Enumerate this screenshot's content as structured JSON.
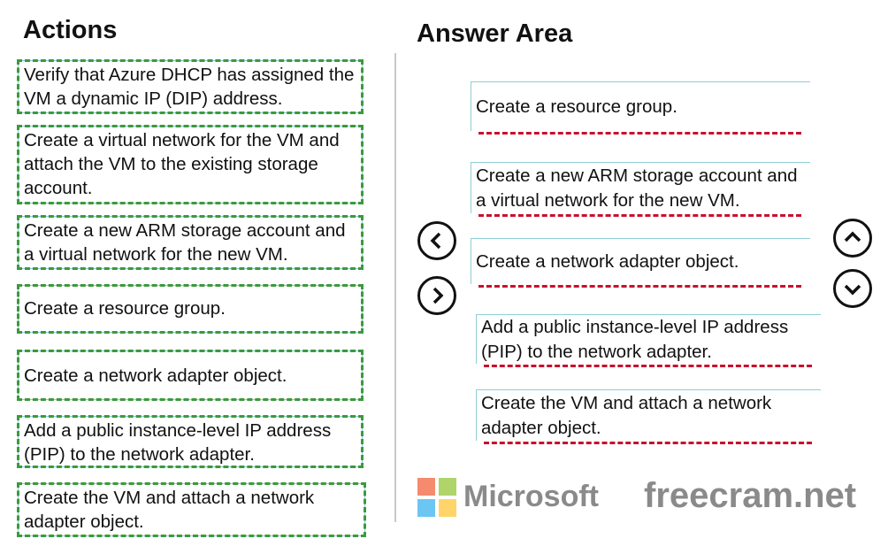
{
  "actions": {
    "title": "Actions",
    "items": [
      "Verify that Azure DHCP has assigned the VM a dynamic IP (DIP) address.",
      "Create a virtual network for the VM and attach the VM to the existing storage account.",
      "Create a new ARM storage account and a virtual network for the new VM.",
      "Create a resource group.",
      "Create a network adapter object.",
      "Add a public instance-level IP address (PIP) to the network adapter.",
      "Create the VM and attach a network adapter object."
    ]
  },
  "answer": {
    "title": "Answer Area",
    "items": [
      "Create a resource group.",
      "Create a new ARM storage account and a virtual network for the new VM.",
      "Create a network adapter object.",
      "Add a public instance-level IP address (PIP) to the network adapter.",
      "Create the VM and attach a network adapter object."
    ]
  },
  "controls": {
    "move_left": "chevron-left",
    "move_right": "chevron-right",
    "move_up": "chevron-up",
    "move_down": "chevron-down"
  },
  "watermark": {
    "brand": "Microsoft",
    "site": "freecram.net"
  }
}
